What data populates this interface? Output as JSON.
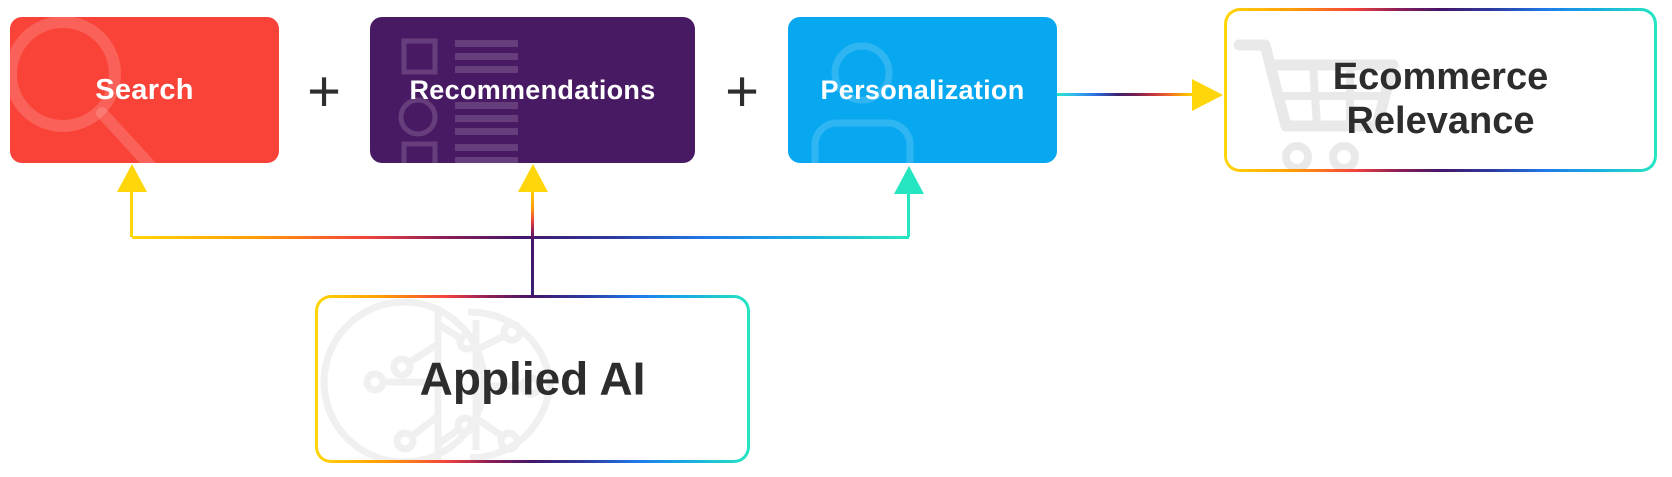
{
  "diagram": {
    "title_hidden": "",
    "search": {
      "label": "Search",
      "bg": "#FA4338",
      "icon": "magnifier-icon"
    },
    "plus_left": "+",
    "recommendations": {
      "label": "Recommendations",
      "bg": "#491A64",
      "icon": "list-icon"
    },
    "plus_right": "+",
    "personalization": {
      "label": "Personalization",
      "bg": "#08A8F0",
      "icon": "person-icon"
    },
    "ecommerce_relevance": {
      "line1": "Ecommerce",
      "line2": "Relevance",
      "icon": "cart-icon",
      "border": "rainbow-gradient"
    },
    "applied_ai": {
      "label": "Applied AI",
      "icon": "brain-circuit-icon",
      "border": "rainbow-gradient"
    },
    "connectors": {
      "applied_ai_feeds": [
        "Search",
        "Recommendations",
        "Personalization"
      ],
      "personalization_to": "Ecommerce Relevance"
    },
    "colors": {
      "arrow_yellow": "#FFD60A",
      "arrow_teal": "#26E5C1",
      "line_purple": "#3A2070",
      "text_dark": "#2D2D2D",
      "plus_dark": "#2E2E2E",
      "icon_gray": "#E9E9E9",
      "brain_gray": "#F0F0F0",
      "rainbow_stops": [
        "#FFD60A",
        "#FF9B05",
        "#F4433C",
        "#8E1E56",
        "#44156A",
        "#2C3A9F",
        "#2079E8",
        "#18A9E2",
        "#25E6C1"
      ]
    }
  }
}
